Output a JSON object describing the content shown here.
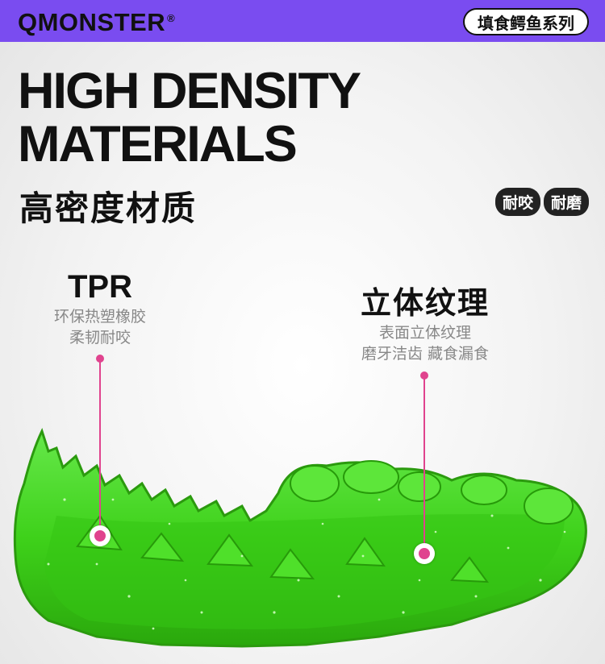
{
  "brand": {
    "name": "QMONSTER",
    "mark": "®"
  },
  "series_label": "填食鳄鱼系列",
  "headline": {
    "line1": "HIGH DENSITY",
    "line2": "MATERIALS"
  },
  "subhead": "高密度材质",
  "tags": [
    "耐咬",
    "耐磨"
  ],
  "callout_left": {
    "title": "TPR",
    "desc1": "环保热塑橡胶",
    "desc2": "柔韧耐咬"
  },
  "callout_right": {
    "title": "立体纹理",
    "desc1": "表面立体纹理",
    "desc2": "磨牙洁齿 藏食漏食"
  },
  "colors": {
    "accent": "#7a4cf0",
    "toy_green": "#3ed11a",
    "pointer": "#e0438e"
  },
  "product": "green-crocodile-chew-toy"
}
